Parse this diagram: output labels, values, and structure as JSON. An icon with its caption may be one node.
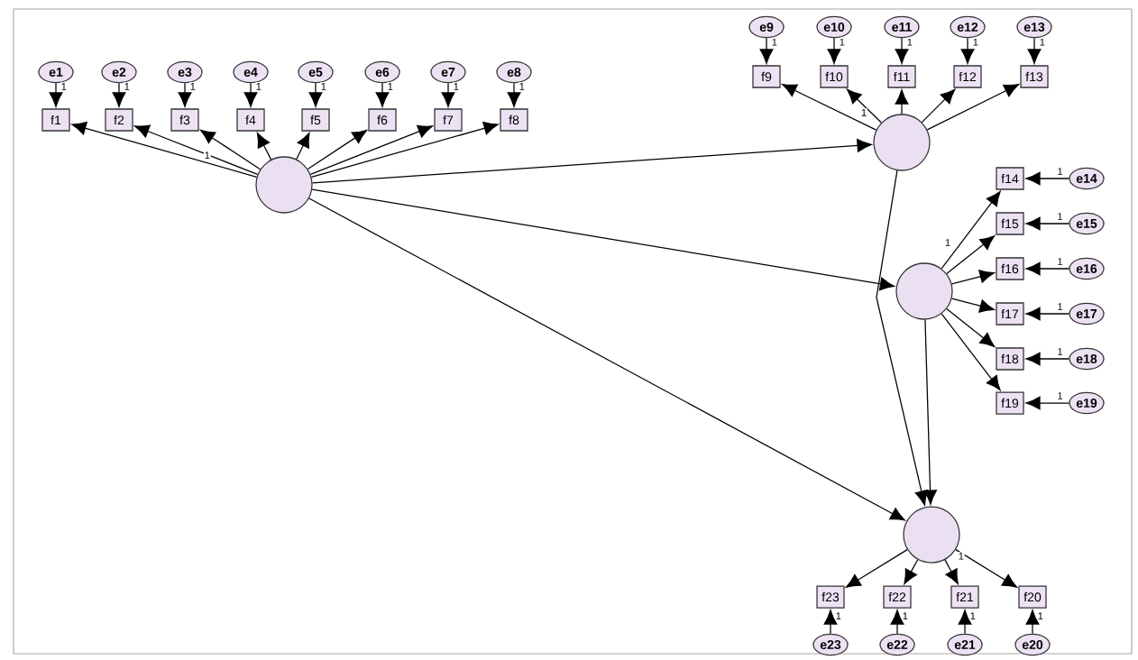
{
  "diagram": {
    "nodes": [
      {
        "text": [
          "e1"
        ]
      },
      {
        "text": [
          "e2"
        ]
      },
      {
        "text": [
          "e3"
        ]
      },
      {
        "text": [
          "e4"
        ]
      },
      {
        "text": [
          "e5"
        ]
      },
      {
        "text": [
          "e6"
        ]
      },
      {
        "text": [
          "e7"
        ]
      },
      {
        "text": [
          "e8"
        ]
      },
      {
        "text": [
          "f1"
        ]
      },
      {
        "text": [
          "f2"
        ]
      },
      {
        "text": [
          "f3"
        ]
      },
      {
        "text": [
          "f4"
        ]
      },
      {
        "text": [
          "f5"
        ]
      },
      {
        "text": [
          "f6"
        ]
      },
      {
        "text": [
          "f7"
        ]
      },
      {
        "text": [
          "f8"
        ]
      },
      {
        "text": [],
        "shape": "circle"
      },
      {
        "text": [
          "e9"
        ]
      },
      {
        "text": [
          "e10"
        ]
      },
      {
        "text": [
          "e11"
        ]
      },
      {
        "text": [
          "e12"
        ]
      },
      {
        "text": [
          "e13"
        ]
      },
      {
        "text": [
          "f9"
        ]
      },
      {
        "text": [
          "f10"
        ]
      },
      {
        "text": [
          "f11"
        ]
      },
      {
        "text": [
          "f12"
        ]
      },
      {
        "text": [
          "f13"
        ]
      },
      {
        "text": [],
        "shape": "circle"
      },
      {
        "text": [
          "f14"
        ]
      },
      {
        "text": [
          "f15"
        ]
      },
      {
        "text": [
          "f16"
        ]
      },
      {
        "text": [
          "f17"
        ]
      },
      {
        "text": [
          "f18"
        ]
      },
      {
        "text": [
          "f19"
        ]
      },
      {
        "text": [
          "e14"
        ]
      },
      {
        "text": [
          "e15"
        ]
      },
      {
        "text": [
          "e16"
        ]
      },
      {
        "text": [
          "e17"
        ]
      },
      {
        "text": [
          "e18"
        ]
      },
      {
        "text": [
          "e19"
        ]
      },
      {
        "text": [],
        "shape": "circle"
      },
      {
        "text": [],
        "shape": "circle"
      },
      {
        "text": [
          "f23"
        ]
      },
      {
        "text": [
          "f22"
        ]
      },
      {
        "text": [
          "f21"
        ]
      },
      {
        "text": [
          "f20"
        ]
      },
      {
        "text": [
          "e23"
        ]
      },
      {
        "text": [
          "e22"
        ]
      },
      {
        "text": [
          "e21"
        ]
      },
      {
        "text": [
          "e20"
        ]
      }
    ],
    "edges": [
      {
        "from": 0,
        "to": 8,
        "arrow": "to",
        "label": "1"
      },
      {
        "from": 1,
        "to": 9,
        "arrow": "to",
        "label": "1"
      },
      {
        "from": 2,
        "to": 10,
        "arrow": "to",
        "label": "1"
      },
      {
        "from": 3,
        "to": 11,
        "arrow": "to",
        "label": "1"
      },
      {
        "from": 4,
        "to": 12,
        "arrow": "to",
        "label": "1"
      },
      {
        "from": 5,
        "to": 13,
        "arrow": "to",
        "label": "1"
      },
      {
        "from": 6,
        "to": 14,
        "arrow": "to",
        "label": "1"
      },
      {
        "from": 7,
        "to": 15,
        "arrow": "to",
        "label": "1"
      },
      {
        "from": 16,
        "to": 8,
        "arrow": "to"
      },
      {
        "from": 16,
        "to": 9,
        "arrow": "to",
        "label": "1"
      },
      {
        "from": 16,
        "to": 10,
        "arrow": "to"
      },
      {
        "from": 16,
        "to": 11,
        "arrow": "to"
      },
      {
        "from": 16,
        "to": 12,
        "arrow": "to"
      },
      {
        "from": 16,
        "to": 13,
        "arrow": "to"
      },
      {
        "from": 16,
        "to": 14,
        "arrow": "to"
      },
      {
        "from": 16,
        "to": 15,
        "arrow": "to"
      },
      {
        "from": 17,
        "to": 22,
        "arrow": "to",
        "label": "1"
      },
      {
        "from": 18,
        "to": 23,
        "arrow": "to",
        "label": "1"
      },
      {
        "from": 19,
        "to": 24,
        "arrow": "to",
        "label": "1"
      },
      {
        "from": 20,
        "to": 25,
        "arrow": "to",
        "label": "1"
      },
      {
        "from": 21,
        "to": 26,
        "arrow": "to",
        "label": "1"
      },
      {
        "from": 27,
        "to": 22,
        "arrow": "to"
      },
      {
        "from": 27,
        "to": 23,
        "arrow": "to",
        "label": "1"
      },
      {
        "from": 27,
        "to": 24,
        "arrow": "to"
      },
      {
        "from": 27,
        "to": 25,
        "arrow": "to"
      },
      {
        "from": 27,
        "to": 26,
        "arrow": "to"
      },
      {
        "from": 34,
        "to": 28,
        "arrow": "to",
        "label": "1"
      },
      {
        "from": 35,
        "to": 29,
        "arrow": "to",
        "label": "1"
      },
      {
        "from": 36,
        "to": 30,
        "arrow": "to",
        "label": "1"
      },
      {
        "from": 37,
        "to": 31,
        "arrow": "to",
        "label": "1"
      },
      {
        "from": 38,
        "to": 32,
        "arrow": "to",
        "label": "1"
      },
      {
        "from": 39,
        "to": 33,
        "arrow": "to",
        "label": "1"
      },
      {
        "from": 40,
        "to": 28,
        "arrow": "to",
        "label": "1"
      },
      {
        "from": 40,
        "to": 29,
        "arrow": "to"
      },
      {
        "from": 40,
        "to": 30,
        "arrow": "to"
      },
      {
        "from": 40,
        "to": 31,
        "arrow": "to"
      },
      {
        "from": 40,
        "to": 32,
        "arrow": "to"
      },
      {
        "from": 40,
        "to": 33,
        "arrow": "to"
      },
      {
        "from": 41,
        "to": 42,
        "arrow": "to"
      },
      {
        "from": 41,
        "to": 43,
        "arrow": "to"
      },
      {
        "from": 41,
        "to": 44,
        "arrow": "to"
      },
      {
        "from": 41,
        "to": 45,
        "arrow": "to",
        "label": "1"
      },
      {
        "from": 46,
        "to": 42,
        "arrow": "to",
        "label": "1"
      },
      {
        "from": 47,
        "to": 43,
        "arrow": "to",
        "label": "1"
      },
      {
        "from": 48,
        "to": 44,
        "arrow": "to",
        "label": "1"
      },
      {
        "from": 49,
        "to": 45,
        "arrow": "to",
        "label": "1"
      },
      {
        "from": 16,
        "to": 27,
        "arrow": "to"
      },
      {
        "from": 16,
        "to": 40,
        "arrow": "to"
      },
      {
        "from": 16,
        "to": 41,
        "arrow": "to"
      },
      {
        "from": 27,
        "to": 41,
        "arrow": "to"
      },
      {
        "from": 40,
        "to": 41,
        "arrow": "to"
      }
    ]
  }
}
